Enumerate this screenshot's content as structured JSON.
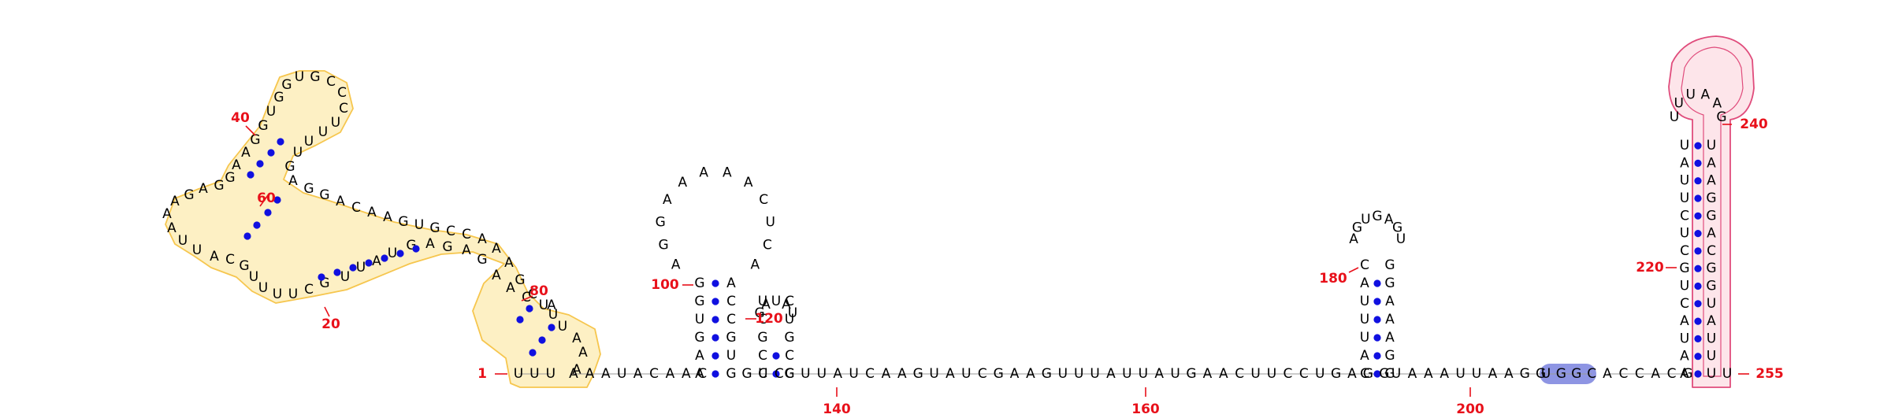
{
  "diagram": {
    "type": "rna-secondary-structure",
    "total_length": 255,
    "colors": {
      "base_pair": "#1010e0",
      "index": "#e8101a",
      "domain_fill": "#fdf0c4",
      "domain_stroke": "#f6c64e",
      "hairpin_fill": "#fde5ea",
      "hairpin_stroke": "#e04c7c",
      "highlight_fill": "#8e95e3"
    },
    "position_labels": [
      "1",
      "20",
      "40",
      "60",
      "80",
      "100",
      "120",
      "140",
      "160",
      "180",
      "200",
      "220",
      "240",
      "255"
    ],
    "strands": {
      "five_prime_tail": "UUU",
      "backbone_a": "AAAUACAAC",
      "helix_1_left": "AAGUGG",
      "loop_1": "AGGAAAAACUCA",
      "helix_1_right": "ACCGUG",
      "backbone_b": "GUC",
      "backbone_c": "GUUAUCAAGUAUCGAAGUUUAUUAUGAACUUCCUGAGG",
      "helix_3_left": "CAUUUAC",
      "loop_3": "AGUGAGU",
      "helix_3_right": "GGAAAGG",
      "backbone_d": "UAAAUUAAGG",
      "highlight": "UGGC",
      "backbone_e": "ACCACG",
      "helix_4_left": "AAUACUGCUCUUAU",
      "loop_4": "UUUAAG",
      "helix_4_right": "UAAGGACGGUAUUU",
      "three_prime_tail": "U"
    },
    "small_hairpin": {
      "five_prime": "UCGCC",
      "loop": "GAUAU",
      "three_prime": "CCGUC"
    },
    "yellow_domain_bases": [
      "A",
      "A",
      "A",
      "U",
      "U",
      "U",
      "C",
      "A",
      "A",
      "G",
      "A",
      "G",
      "A",
      "G",
      "U",
      "A",
      "U",
      "U",
      "G",
      "C",
      "U",
      "U",
      "U",
      "U",
      "G",
      "C",
      "A",
      "U",
      "U",
      "A",
      "A",
      "A",
      "G",
      "A",
      "G",
      "G",
      "A",
      "A",
      "G",
      "G",
      "U",
      "G",
      "G",
      "U",
      "G",
      "C",
      "C",
      "C",
      "U",
      "U",
      "U",
      "U",
      "G",
      "A",
      "G",
      "G",
      "A",
      "C",
      "A",
      "A",
      "G",
      "U",
      "G",
      "C",
      "C",
      "A",
      "A",
      "A",
      "G",
      "C",
      "A"
    ]
  }
}
